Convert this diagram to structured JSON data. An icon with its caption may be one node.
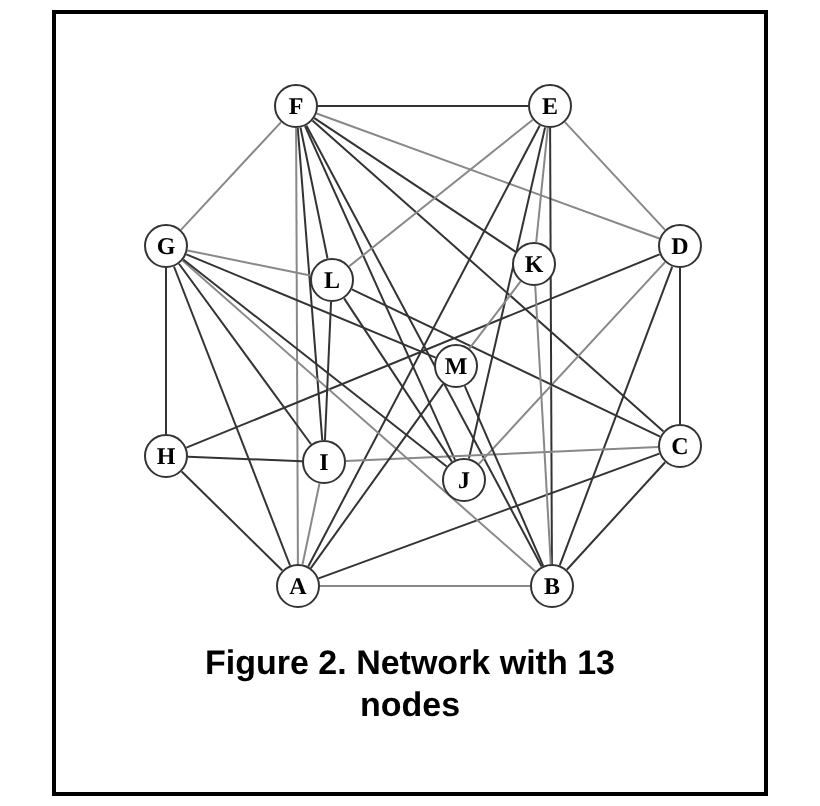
{
  "diagram": {
    "caption": "Figure 2. Network with 13 nodes",
    "nodes": [
      {
        "text": [
          "F"
        ]
      },
      {
        "text": [
          "E"
        ]
      },
      {
        "text": [
          "G"
        ]
      },
      {
        "text": [
          "L"
        ]
      },
      {
        "text": [
          "K"
        ]
      },
      {
        "text": [
          "D"
        ]
      },
      {
        "text": [
          "M"
        ]
      },
      {
        "text": [
          "H"
        ]
      },
      {
        "text": [
          "I"
        ]
      },
      {
        "text": [
          "J"
        ]
      },
      {
        "text": [
          "C"
        ]
      },
      {
        "text": [
          "A"
        ]
      },
      {
        "text": [
          "B"
        ]
      }
    ],
    "edges": [
      {
        "from": 0,
        "to": 1,
        "arrow": "none"
      },
      {
        "from": 1,
        "to": 5,
        "arrow": "none"
      },
      {
        "from": 5,
        "to": 10,
        "arrow": "none"
      },
      {
        "from": 10,
        "to": 12,
        "arrow": "none"
      },
      {
        "from": 12,
        "to": 11,
        "arrow": "none"
      },
      {
        "from": 11,
        "to": 7,
        "arrow": "none"
      },
      {
        "from": 7,
        "to": 2,
        "arrow": "none"
      },
      {
        "from": 2,
        "to": 0,
        "arrow": "none"
      },
      {
        "from": 0,
        "to": 3,
        "arrow": "none"
      },
      {
        "from": 0,
        "to": 8,
        "arrow": "none"
      },
      {
        "from": 0,
        "to": 11,
        "arrow": "none"
      },
      {
        "from": 0,
        "to": 4,
        "arrow": "none"
      },
      {
        "from": 0,
        "to": 10,
        "arrow": "none"
      },
      {
        "from": 0,
        "to": 5,
        "arrow": "none"
      },
      {
        "from": 0,
        "to": 12,
        "arrow": "none"
      },
      {
        "from": 0,
        "to": 9,
        "arrow": "none"
      },
      {
        "from": 1,
        "to": 3,
        "arrow": "none"
      },
      {
        "from": 1,
        "to": 11,
        "arrow": "none"
      },
      {
        "from": 1,
        "to": 9,
        "arrow": "none"
      },
      {
        "from": 1,
        "to": 4,
        "arrow": "none"
      },
      {
        "from": 1,
        "to": 12,
        "arrow": "none"
      },
      {
        "from": 5,
        "to": 7,
        "arrow": "none"
      },
      {
        "from": 5,
        "to": 9,
        "arrow": "none"
      },
      {
        "from": 5,
        "to": 12,
        "arrow": "none"
      },
      {
        "from": 6,
        "to": 2,
        "arrow": "none"
      },
      {
        "from": 10,
        "to": 8,
        "arrow": "none"
      },
      {
        "from": 10,
        "to": 11,
        "arrow": "none"
      },
      {
        "from": 10,
        "to": 3,
        "arrow": "none"
      },
      {
        "from": 2,
        "to": 3,
        "arrow": "none"
      },
      {
        "from": 2,
        "to": 8,
        "arrow": "none"
      },
      {
        "from": 2,
        "to": 11,
        "arrow": "none"
      },
      {
        "from": 2,
        "to": 12,
        "arrow": "none"
      },
      {
        "from": 2,
        "to": 9,
        "arrow": "none"
      },
      {
        "from": 7,
        "to": 8,
        "arrow": "none"
      },
      {
        "from": 11,
        "to": 8,
        "arrow": "none"
      },
      {
        "from": 8,
        "to": 3,
        "arrow": "none"
      },
      {
        "from": 11,
        "to": 6,
        "arrow": "none"
      },
      {
        "from": 6,
        "to": 4,
        "arrow": "none"
      },
      {
        "from": 12,
        "to": 6,
        "arrow": "none"
      },
      {
        "from": 9,
        "to": 3,
        "arrow": "none"
      },
      {
        "from": 12,
        "to": 4,
        "arrow": "none"
      }
    ]
  }
}
